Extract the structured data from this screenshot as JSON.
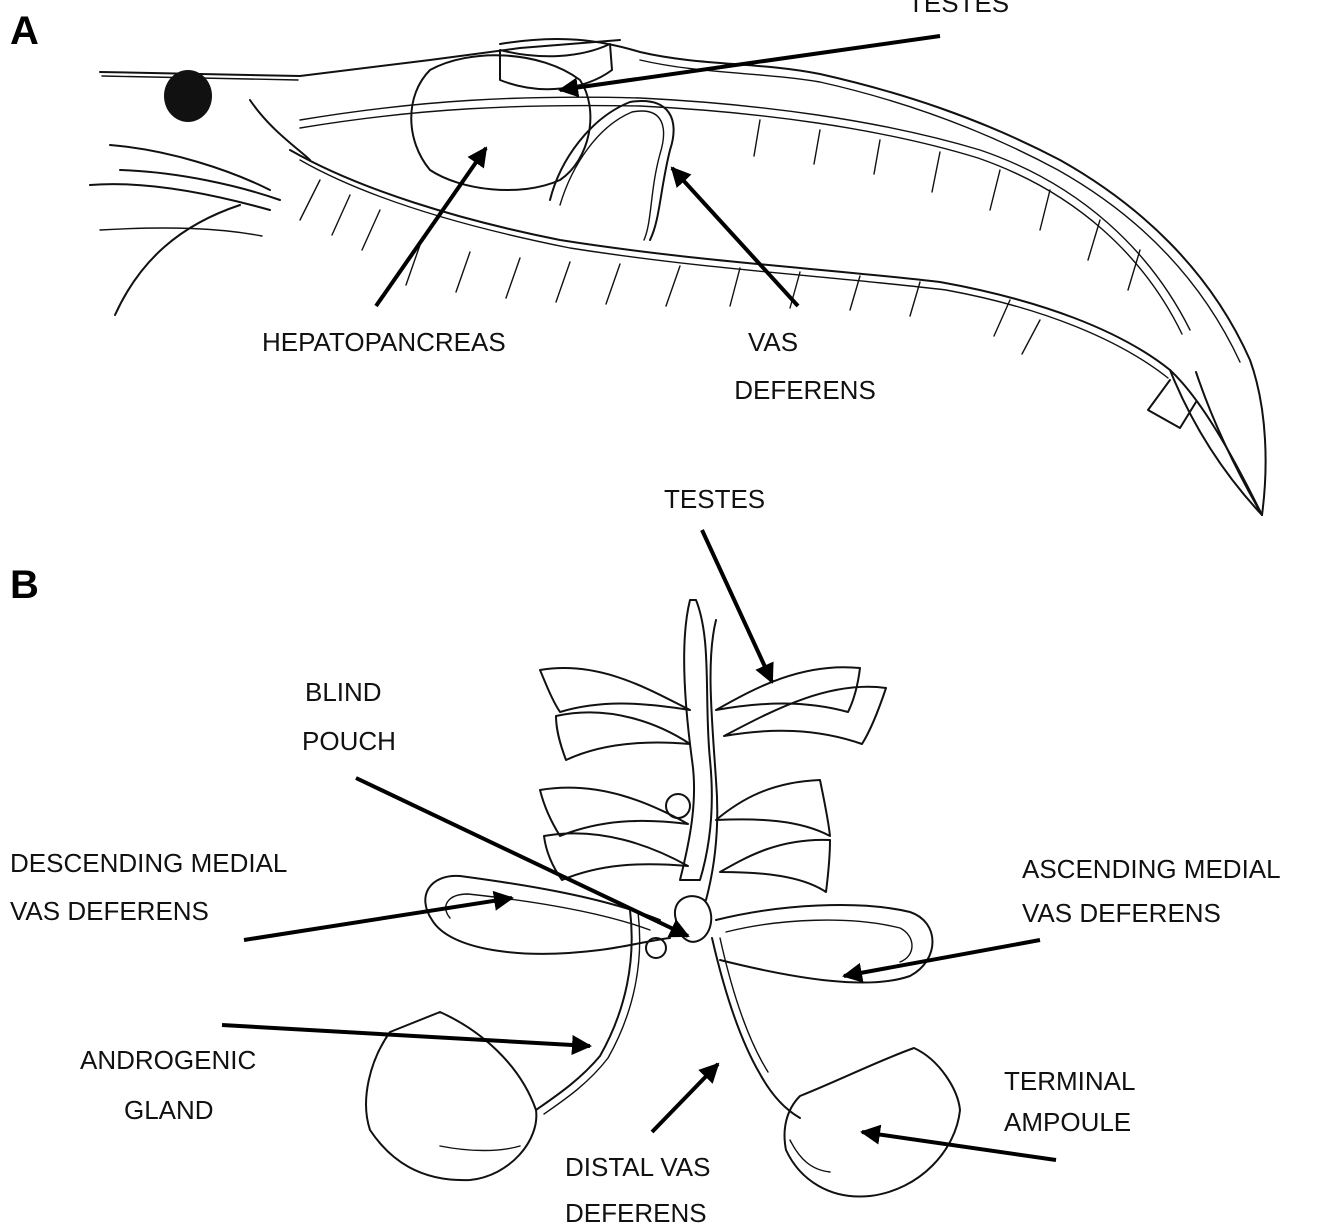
{
  "panels": {
    "a": {
      "letter": "A"
    },
    "b": {
      "letter": "B"
    }
  },
  "labels": {
    "a_testes": "TESTES",
    "a_hepatopancreas": "HEPATOPANCREAS",
    "a_vas_deferens_1": "VAS",
    "a_vas_deferens_2": "DEFERENS",
    "b_testes": "TESTES",
    "b_blind_pouch_1": "BLIND",
    "b_blind_pouch_2": "POUCH",
    "b_descending_1": "DESCENDING  MEDIAL",
    "b_descending_2": "VAS DEFERENS",
    "b_ascending_1": "ASCENDING  MEDIAL",
    "b_ascending_2": "VAS DEFERENS",
    "b_androgenic_1": "ANDROGENIC",
    "b_androgenic_2": "GLAND",
    "b_terminal_1": "TERMINAL",
    "b_terminal_2": "AMPOULE",
    "b_distal_1": "DISTAL VAS",
    "b_distal_2": "DEFERENS"
  },
  "colors": {
    "ink": "#111111",
    "background": "#ffffff"
  }
}
